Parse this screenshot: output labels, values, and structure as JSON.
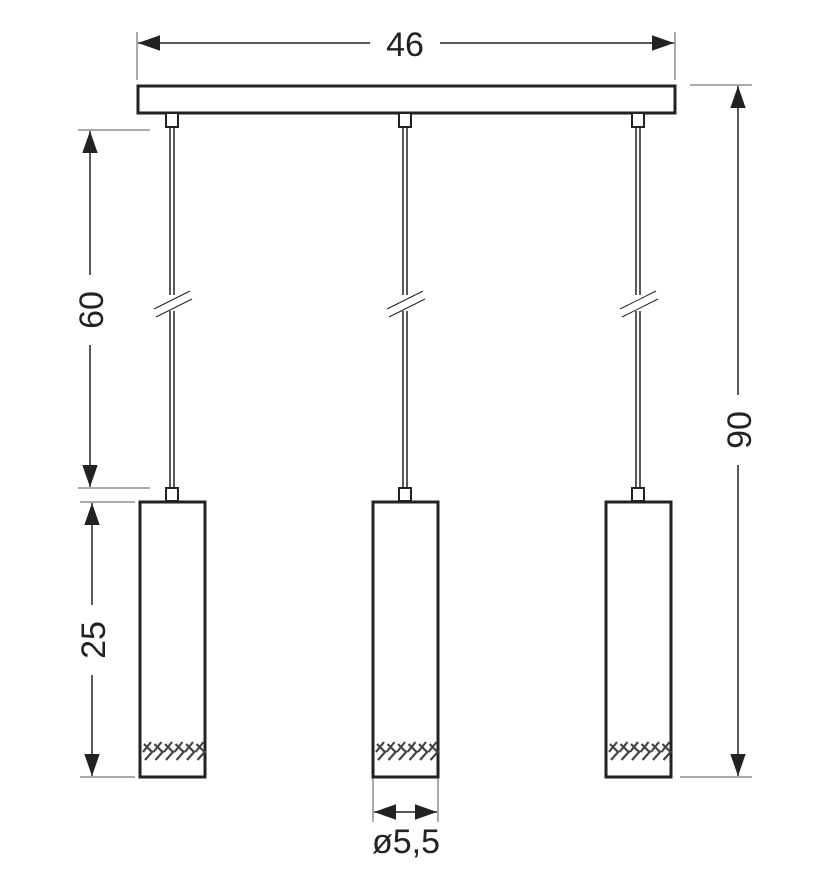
{
  "diagram": {
    "title": "Pendant lamp dimensions",
    "dimensions": {
      "width": "46",
      "cord_length": "60",
      "shade_height": "25",
      "total_height": "90",
      "shade_diameter": "ø5,5"
    },
    "shade_count": 3,
    "colors": {
      "line": "#222222",
      "background": "#ffffff"
    }
  }
}
